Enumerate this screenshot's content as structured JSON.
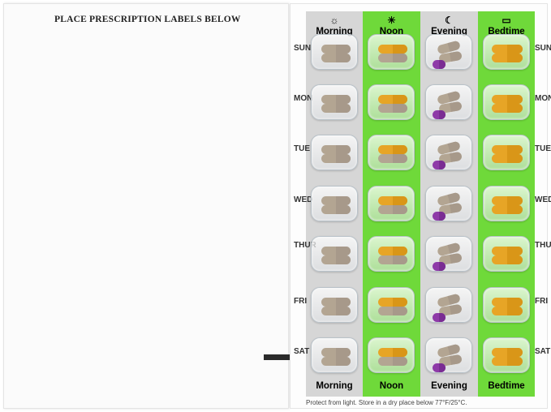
{
  "left_panel": {
    "title": "PLACE PRESCRIPTION LABELS BELOW"
  },
  "columns": [
    {
      "label": "Morning",
      "icon": "sunrise-icon",
      "glyph": "☼",
      "color": "#d6d6d6"
    },
    {
      "label": "Noon",
      "icon": "sun-icon",
      "glyph": "☀",
      "color": "#6fd93a"
    },
    {
      "label": "Evening",
      "icon": "moon-icon",
      "glyph": "☾",
      "color": "#d6d6d6"
    },
    {
      "label": "Bedtime",
      "icon": "bed-icon",
      "glyph": "▭",
      "color": "#6fd93a"
    }
  ],
  "days": [
    "SUN",
    "MON",
    "TUE",
    "WED",
    "THUR",
    "FRI",
    "SAT"
  ],
  "footer_note": "Protect from light. Store in a dry place below 77°F/25°C.",
  "colors": {
    "grey_column": "#d6d6d6",
    "green_column": "#6fd93a",
    "tan_capsule": "#b3a592",
    "orange_capsule": "#e7a526",
    "purple_capsule": "#8e3aa8"
  }
}
